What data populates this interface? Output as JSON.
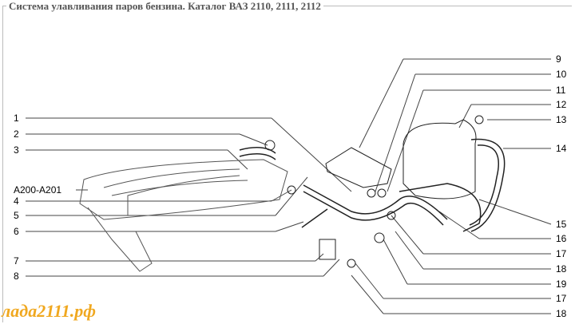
{
  "title": "Система улавливания паров бензина. Каталог ВАЗ 2110, 2111, 2112",
  "watermark": "лада2111.рф",
  "left_labels": [
    "1",
    "2",
    "3",
    "A200-A201",
    "4",
    "5",
    "6",
    "7",
    "8"
  ],
  "right_labels": [
    "9",
    "10",
    "11",
    "12",
    "13",
    "14",
    "15",
    "16",
    "17",
    "18",
    "19",
    "17",
    "18"
  ]
}
